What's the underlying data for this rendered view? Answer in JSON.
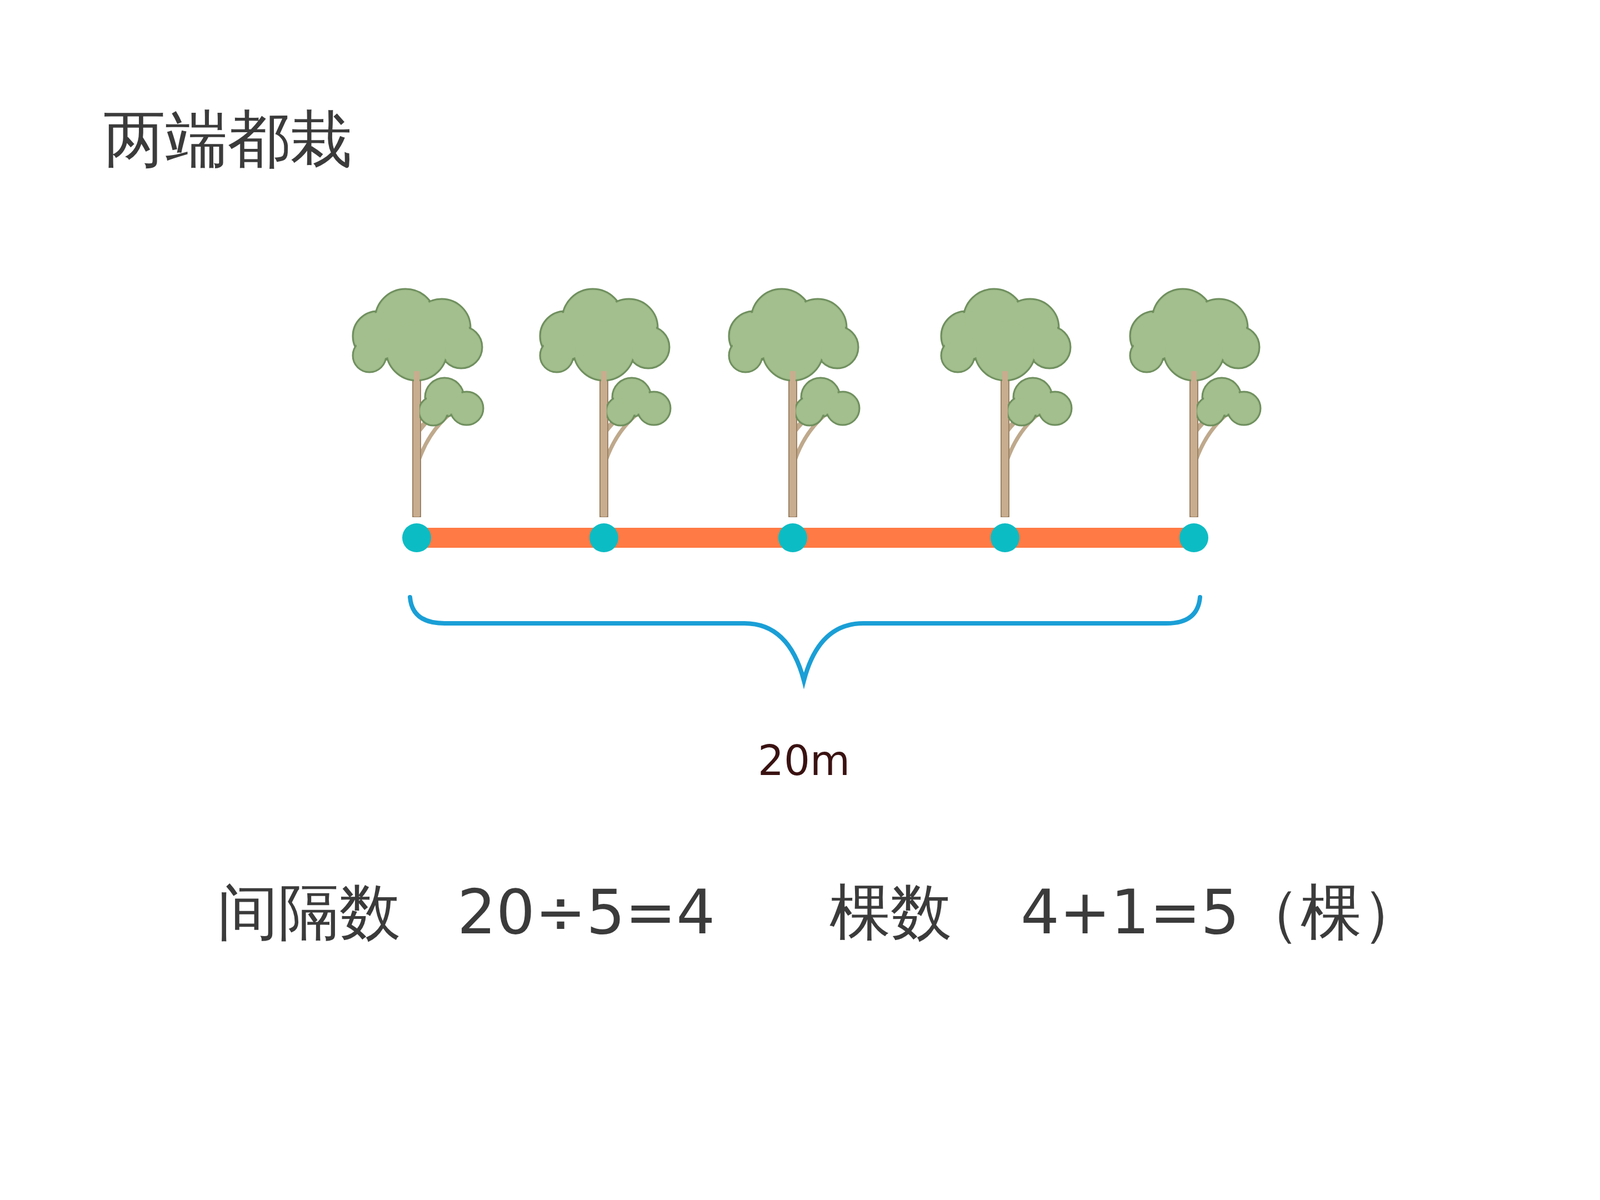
{
  "diagram": {
    "title": "两端都栽",
    "labels": [
      "20m",
      "间隔数",
      "20÷5=4",
      "棵数",
      "4+1=5（棵）"
    ]
  }
}
